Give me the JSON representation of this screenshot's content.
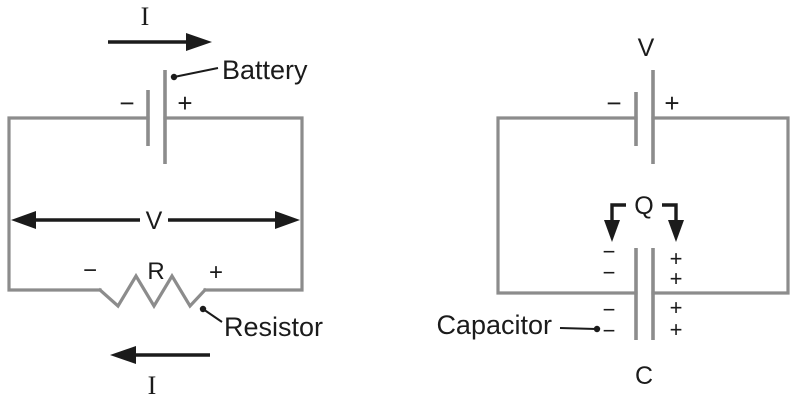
{
  "battery_circuit": {
    "current_label_top": "I",
    "current_label_bottom": "I",
    "battery_label": "Battery",
    "battery_neg": "−",
    "battery_pos": "+",
    "voltage_label": "V",
    "resistor_symbol": "R",
    "resistor_neg": "−",
    "resistor_pos": "+",
    "resistor_label": "Resistor"
  },
  "capacitor_circuit": {
    "voltage_label": "V",
    "source_neg": "−",
    "source_pos": "+",
    "charge_label": "Q",
    "capacitor_symbol": "C",
    "capacitor_label": "Capacitor",
    "left_plate_charges": [
      "−",
      "−",
      "−",
      "−"
    ],
    "right_plate_charges": [
      "+",
      "+",
      "+",
      "+"
    ]
  },
  "colors": {
    "wire": "#8c8c8c",
    "ink": "#1b1b1b",
    "background": "#ffffff"
  }
}
